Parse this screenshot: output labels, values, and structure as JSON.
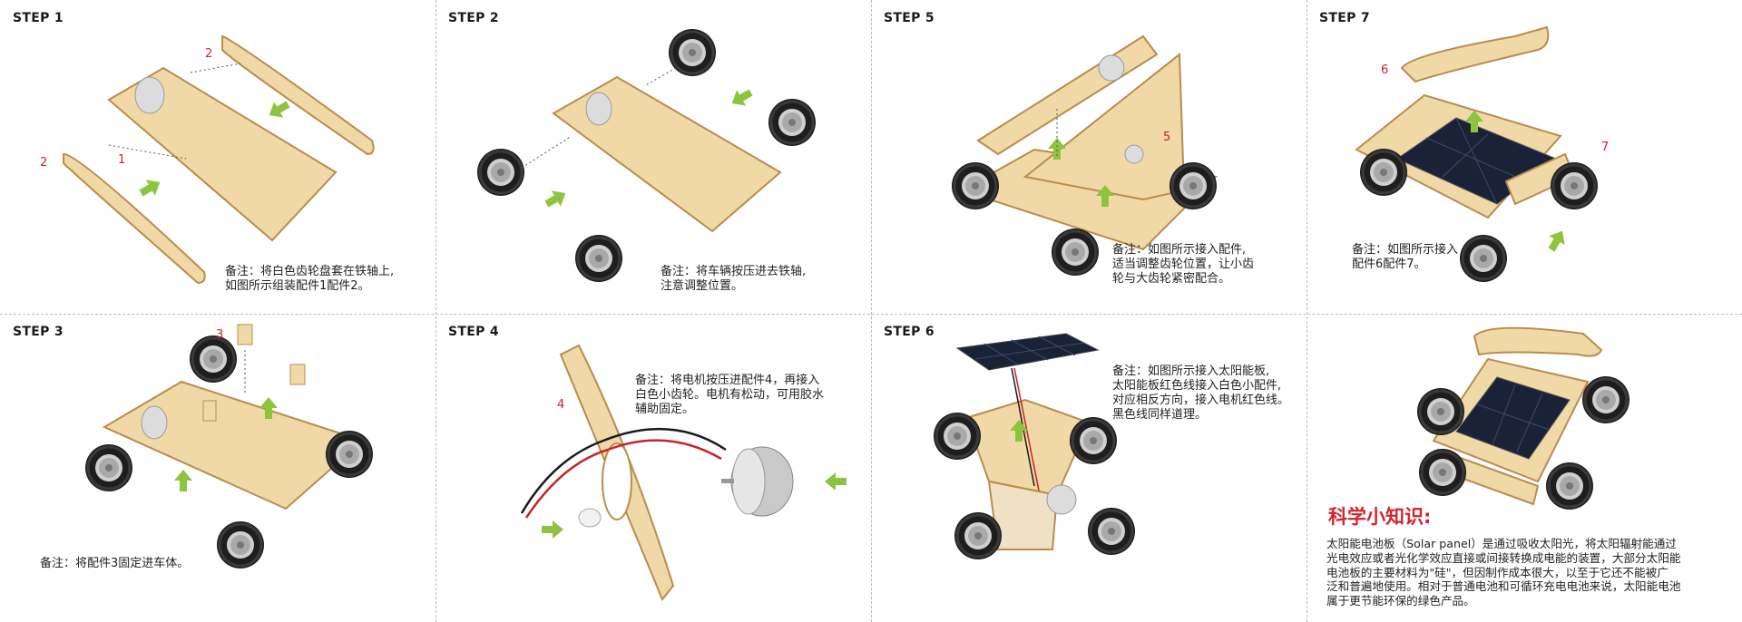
{
  "steps": {
    "s1": {
      "label": "STEP 1",
      "note": [
        "备注：将白色齿轮盘套在铁轴上,",
        "如图所示组装配件1配件2。"
      ],
      "callouts": [
        "2",
        "2",
        "1"
      ]
    },
    "s2": {
      "label": "STEP 2",
      "note": [
        "备注：将车辆按压进去铁轴,",
        "注意调整位置。"
      ]
    },
    "s5": {
      "label": "STEP 5",
      "note": [
        "备注：如图所示接入配件,",
        "适当调整齿轮位置，让小齿",
        "轮与大齿轮紧密配合。"
      ],
      "callouts": [
        "5"
      ]
    },
    "s7": {
      "label": "STEP 7",
      "note": [
        "备注：如图所示接入",
        "配件6配件7。"
      ],
      "callouts": [
        "6",
        "7"
      ]
    },
    "s3": {
      "label": "STEP 3",
      "note": [
        "备注：将配件3固定进车体。"
      ],
      "callouts": [
        "3"
      ]
    },
    "s4": {
      "label": "STEP 4",
      "note": [
        "备注：将电机按压进配件4，再接入",
        "白色小齿轮。电机有松动，可用胶水",
        "辅助固定。"
      ],
      "callouts": [
        "4"
      ]
    },
    "s6": {
      "label": "STEP 6",
      "note": [
        "备注：如图所示接入太阳能板,",
        "太阳能板红色线接入白色小配件,",
        "对应相反方向，接入电机红色线。",
        "黑色线同样道理。"
      ]
    }
  },
  "science": {
    "title": "科学小知识:",
    "lines": [
      "太阳能电池板（Solar panel）是通过吸收太阳光，将太阳辐射能通过",
      "光电效应或者光化学效应直接或间接转换成电能的装置，大部分太阳能",
      "电池板的主要材料为\"硅\"，但因制作成本很大，以至于它还不能被广",
      "泛和普遍地使用。相对于普通电池和可循环充电电池来说，太阳能电池",
      "属于更节能环保的绿色产品。"
    ]
  },
  "colors": {
    "wood": "#f0d9a6",
    "wood_edge": "#b98c4e",
    "tire": "#1c1c1c",
    "hub": "#c8c8c8",
    "arrow": "#8cc43f",
    "callout": "#c8222a",
    "solar": "#1a2238"
  }
}
